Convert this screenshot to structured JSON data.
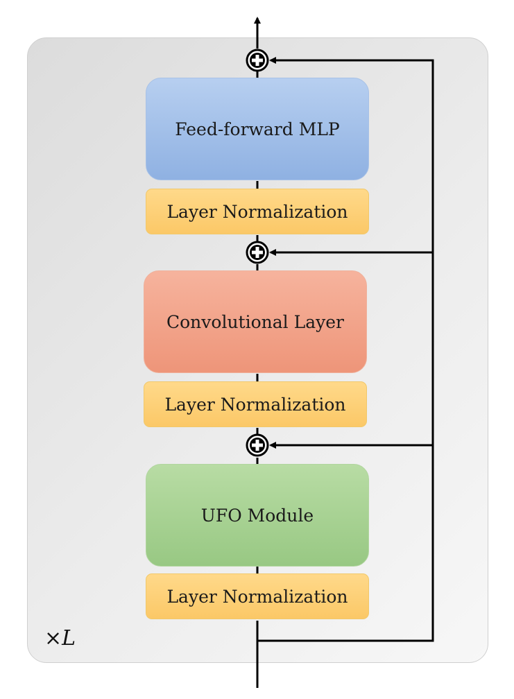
{
  "blocks": {
    "mlp": "Feed-forward MLP",
    "norm_top": "Layer Normalization",
    "conv": "Convolutional Layer",
    "norm_mid": "Layer Normalization",
    "ufo": "UFO Module",
    "norm_bottom": "Layer Normalization"
  },
  "repeat": {
    "times": "×",
    "var": "L"
  },
  "nodes": [
    {
      "name": "add-node-top",
      "symbol": "⊕"
    },
    {
      "name": "add-node-middle",
      "symbol": "⊕"
    },
    {
      "name": "add-node-bottom",
      "symbol": "⊕"
    }
  ],
  "colors": {
    "mlp": "#9dbce8",
    "conv": "#f2a389",
    "ufo": "#a7d293",
    "norm": "#fcd074",
    "container": "#e8e8e8",
    "wire": "#000000"
  }
}
